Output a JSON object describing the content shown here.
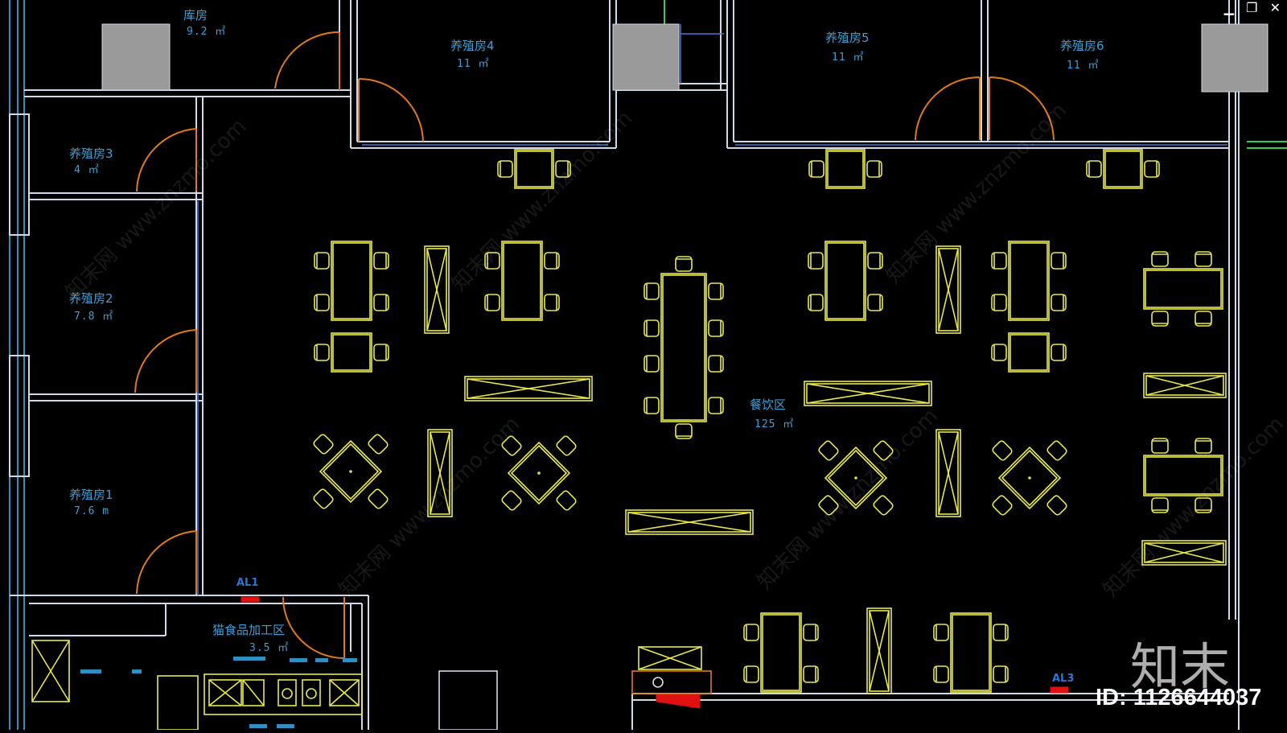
{
  "window": {
    "minimize_icon": "minimize-icon",
    "restore_icon": "restore-icon",
    "close_icon": "close-icon"
  },
  "rooms": {
    "storage": {
      "name": "库房",
      "area": "9.2 ㎡"
    },
    "breeding4": {
      "name": "养殖房4",
      "area": "11 ㎡"
    },
    "breeding5": {
      "name": "养殖房5",
      "area": "11 ㎡"
    },
    "breeding6": {
      "name": "养殖房6",
      "area": "11 ㎡"
    },
    "breeding3": {
      "name": "养殖房3",
      "area": "4 ㎡"
    },
    "breeding2": {
      "name": "养殖房2",
      "area": "7.8 ㎡"
    },
    "breeding1": {
      "name": "养殖房1",
      "area": "7.6 m"
    },
    "dining": {
      "name": "餐饮区",
      "area": "125 ㎡"
    },
    "cat_food": {
      "name": "猫食品加工区",
      "area": "3.5 ㎡"
    }
  },
  "panels": {
    "al1": "AL1",
    "al3": "AL3"
  },
  "watermark": {
    "logo": "知末",
    "site": "知末网 www.znzmo.com",
    "id": "ID: 1126644037"
  },
  "colors": {
    "wall": "#cfd8e6",
    "furniture": "#e8e84a",
    "door": "#e07a1a",
    "label": "#3aa0d8",
    "column": "#9a9a9a",
    "panel": "#e01010",
    "glass": "#2f8fc0"
  }
}
